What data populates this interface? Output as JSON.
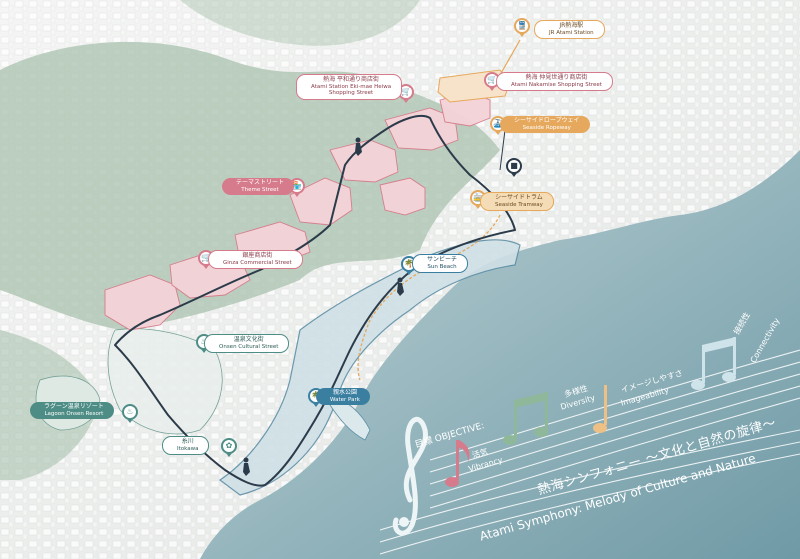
{
  "colors": {
    "pink": "#d67b8b",
    "orange": "#e6a85c",
    "teal": "#4d8d86",
    "blue": "#3b7fa0",
    "route": "#2b3b4a",
    "sea": "#8fb0b8",
    "green": "#9fb9a4"
  },
  "labels": {
    "jr_station": {
      "jp": "JR熱海駅",
      "en": "JR Atami Station"
    },
    "heiwa": {
      "jp": "熱海 平和通り商店街",
      "en": "Atami Station Eki-mae Heiwa",
      "en2": "Shopping Street"
    },
    "nakamise": {
      "jp": "熱海 仲見世通り商店街",
      "en": "Atami Nakamise Shopping Street"
    },
    "ropeway": {
      "jp": "シーサイドロープウェイ",
      "en": "Seaside Ropeway"
    },
    "theme": {
      "jp": "テーマストリート",
      "en": "Theme Street"
    },
    "tramway": {
      "jp": "シーサイドトラム",
      "en": "Seaside Tramway"
    },
    "ginza": {
      "jp": "銀座商店街",
      "en": "Ginza Commercial Street"
    },
    "sun_beach": {
      "jp": "サンビーチ",
      "en": "Sun Beach"
    },
    "onsen": {
      "jp": "温泉文化街",
      "en": "Onsen Cultural Street"
    },
    "lagoon": {
      "jp": "ラグーン温泉リゾート",
      "en": "Lagoon Onsen Resort"
    },
    "water_park": {
      "jp": "親水公園",
      "en": "Water Park"
    },
    "itokawa": {
      "jp": "糸川",
      "en": "Itokawa"
    }
  },
  "objective": {
    "label": "目標 OBJECTIVE:",
    "items": [
      {
        "jp": "活気",
        "en": "Vibrancy"
      },
      {
        "jp": "多様性",
        "en": "Diversity"
      },
      {
        "jp": "イメージしやすさ",
        "en": "Imageability"
      },
      {
        "jp": "接続性",
        "en": "Connectivity"
      }
    ],
    "title_jp": "熱海シンフォニー 〜文化と自然の旋律〜",
    "title_en": "Atami Symphony: Melody of Culture and Nature"
  },
  "icons": {
    "station": "train-icon",
    "shopping": "shopping-cart-icon",
    "ropeway": "ropeway-icon",
    "theme": "store-icon",
    "tram": "tram-icon",
    "beach": "palm-tree-icon",
    "onsen": "hot-spring-icon",
    "water_park": "palm-tree-icon",
    "itokawa": "cherry-blossom-icon"
  }
}
